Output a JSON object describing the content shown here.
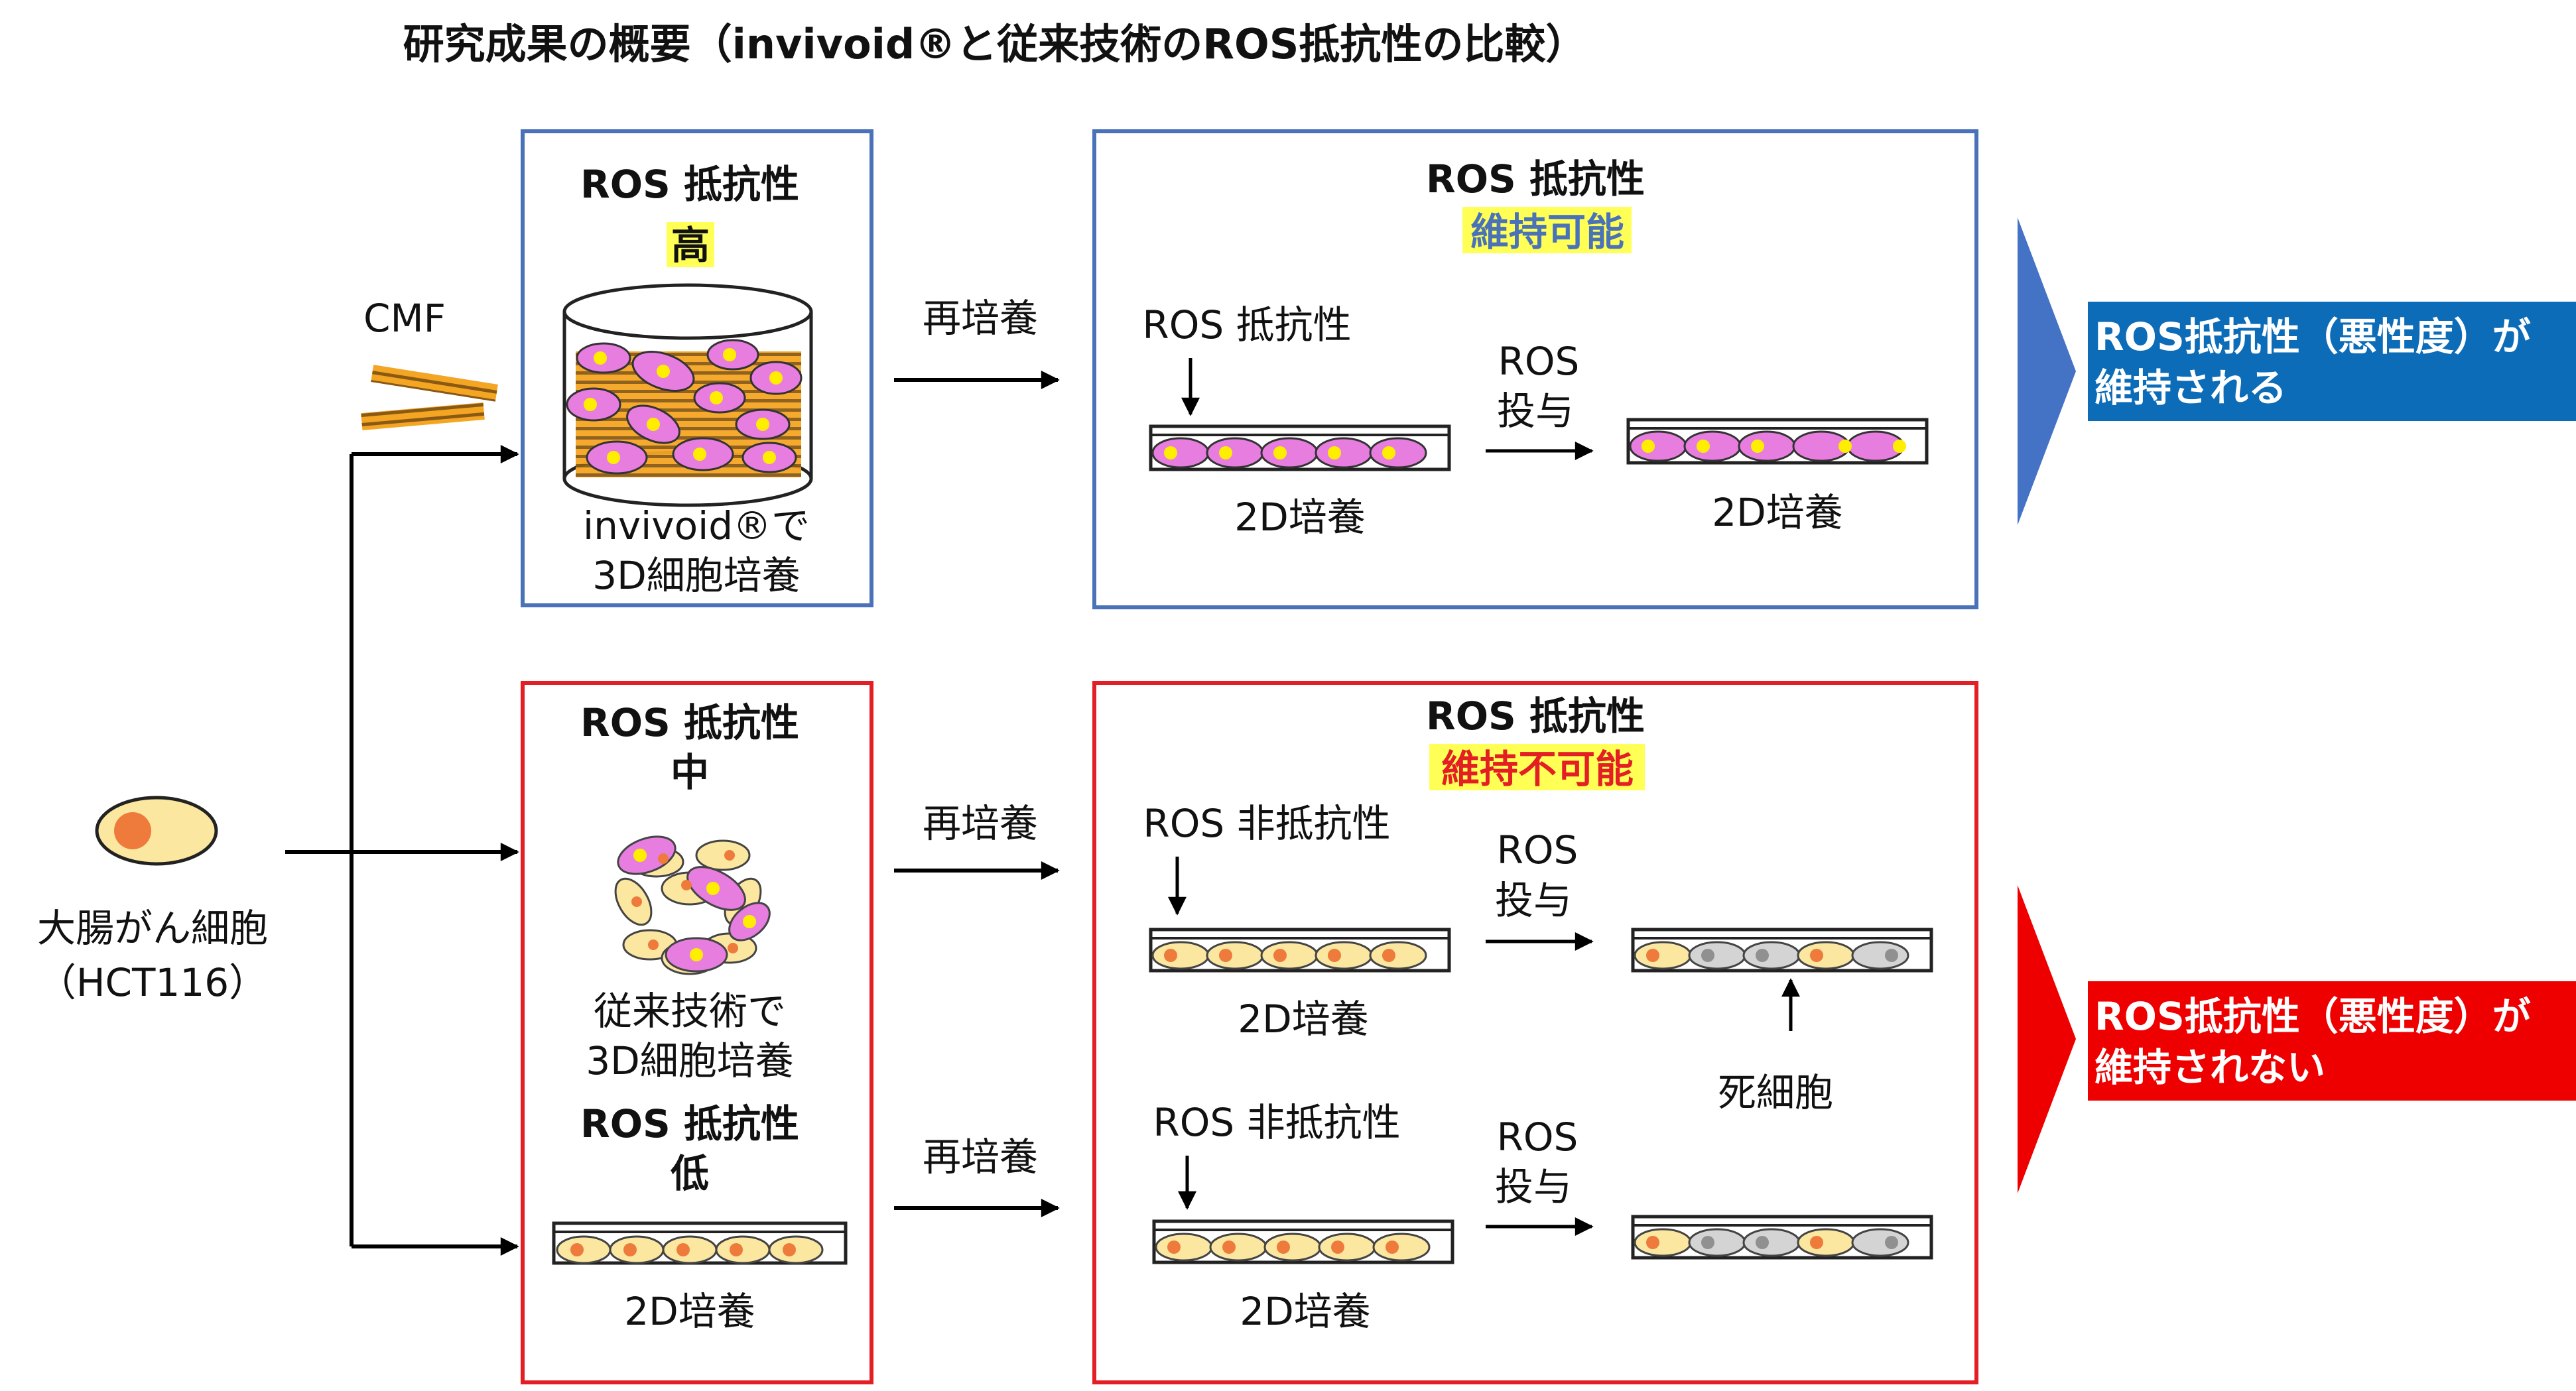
{
  "title": "研究成果の概要（invivoid®と従来技術のROS抵抗性の比較）",
  "left": {
    "cell_label": "大腸がん細胞",
    "cell_sub": "（HCT116）",
    "cmf_label": "CMF"
  },
  "box_a": {
    "ros": "ROS 抵抗性",
    "level": "高",
    "caption1": "invivoid®で",
    "caption2": "3D細胞培養"
  },
  "box_b": {
    "ros": "ROS 抵抗性",
    "level": "中",
    "caption1": "従来技術で",
    "caption2": "3D細胞培養"
  },
  "box_c": {
    "ros": "ROS 抵抗性",
    "level": "低",
    "caption": "2D培養"
  },
  "reculture_label": "再培養",
  "box_d": {
    "ros": "ROS 抵抗性",
    "status": "維持可能",
    "small_label": "ROS 抵抗性",
    "dosing1": "ROS",
    "dosing2": "投与",
    "culture_left": "2D培養",
    "culture_right": "2D培養"
  },
  "box_e": {
    "ros": "ROS 抵抗性",
    "status": "維持不可能",
    "row1_label": "ROS 非抵抗性",
    "row2_label": "ROS 非抵抗性",
    "dosing1": "ROS",
    "dosing2": "投与",
    "culture1": "2D培養",
    "culture2": "2D培養",
    "dead_label": "死細胞"
  },
  "result_top": {
    "line1": "ROS抵抗性（悪性度）が",
    "line2": "維持される"
  },
  "result_bottom": {
    "line1": "ROS抵抗性（悪性度）が",
    "line2": "維持されない"
  },
  "colors": {
    "blue_border": "#4a72b8",
    "red_border": "#e31e24",
    "blue_result": "#0c6cb8",
    "red_result": "#ee0000",
    "highlight": "#ffff55",
    "cell_pink": "#e87de0",
    "cell_tan": "#fbe7a0",
    "nucleus_orange": "#ee7a3b",
    "nucleus_yellow": "#ffee00",
    "nucleus_gray": "#909090",
    "dead_cell": "#d4d4d4",
    "fiber_orange": "#f0a020"
  }
}
